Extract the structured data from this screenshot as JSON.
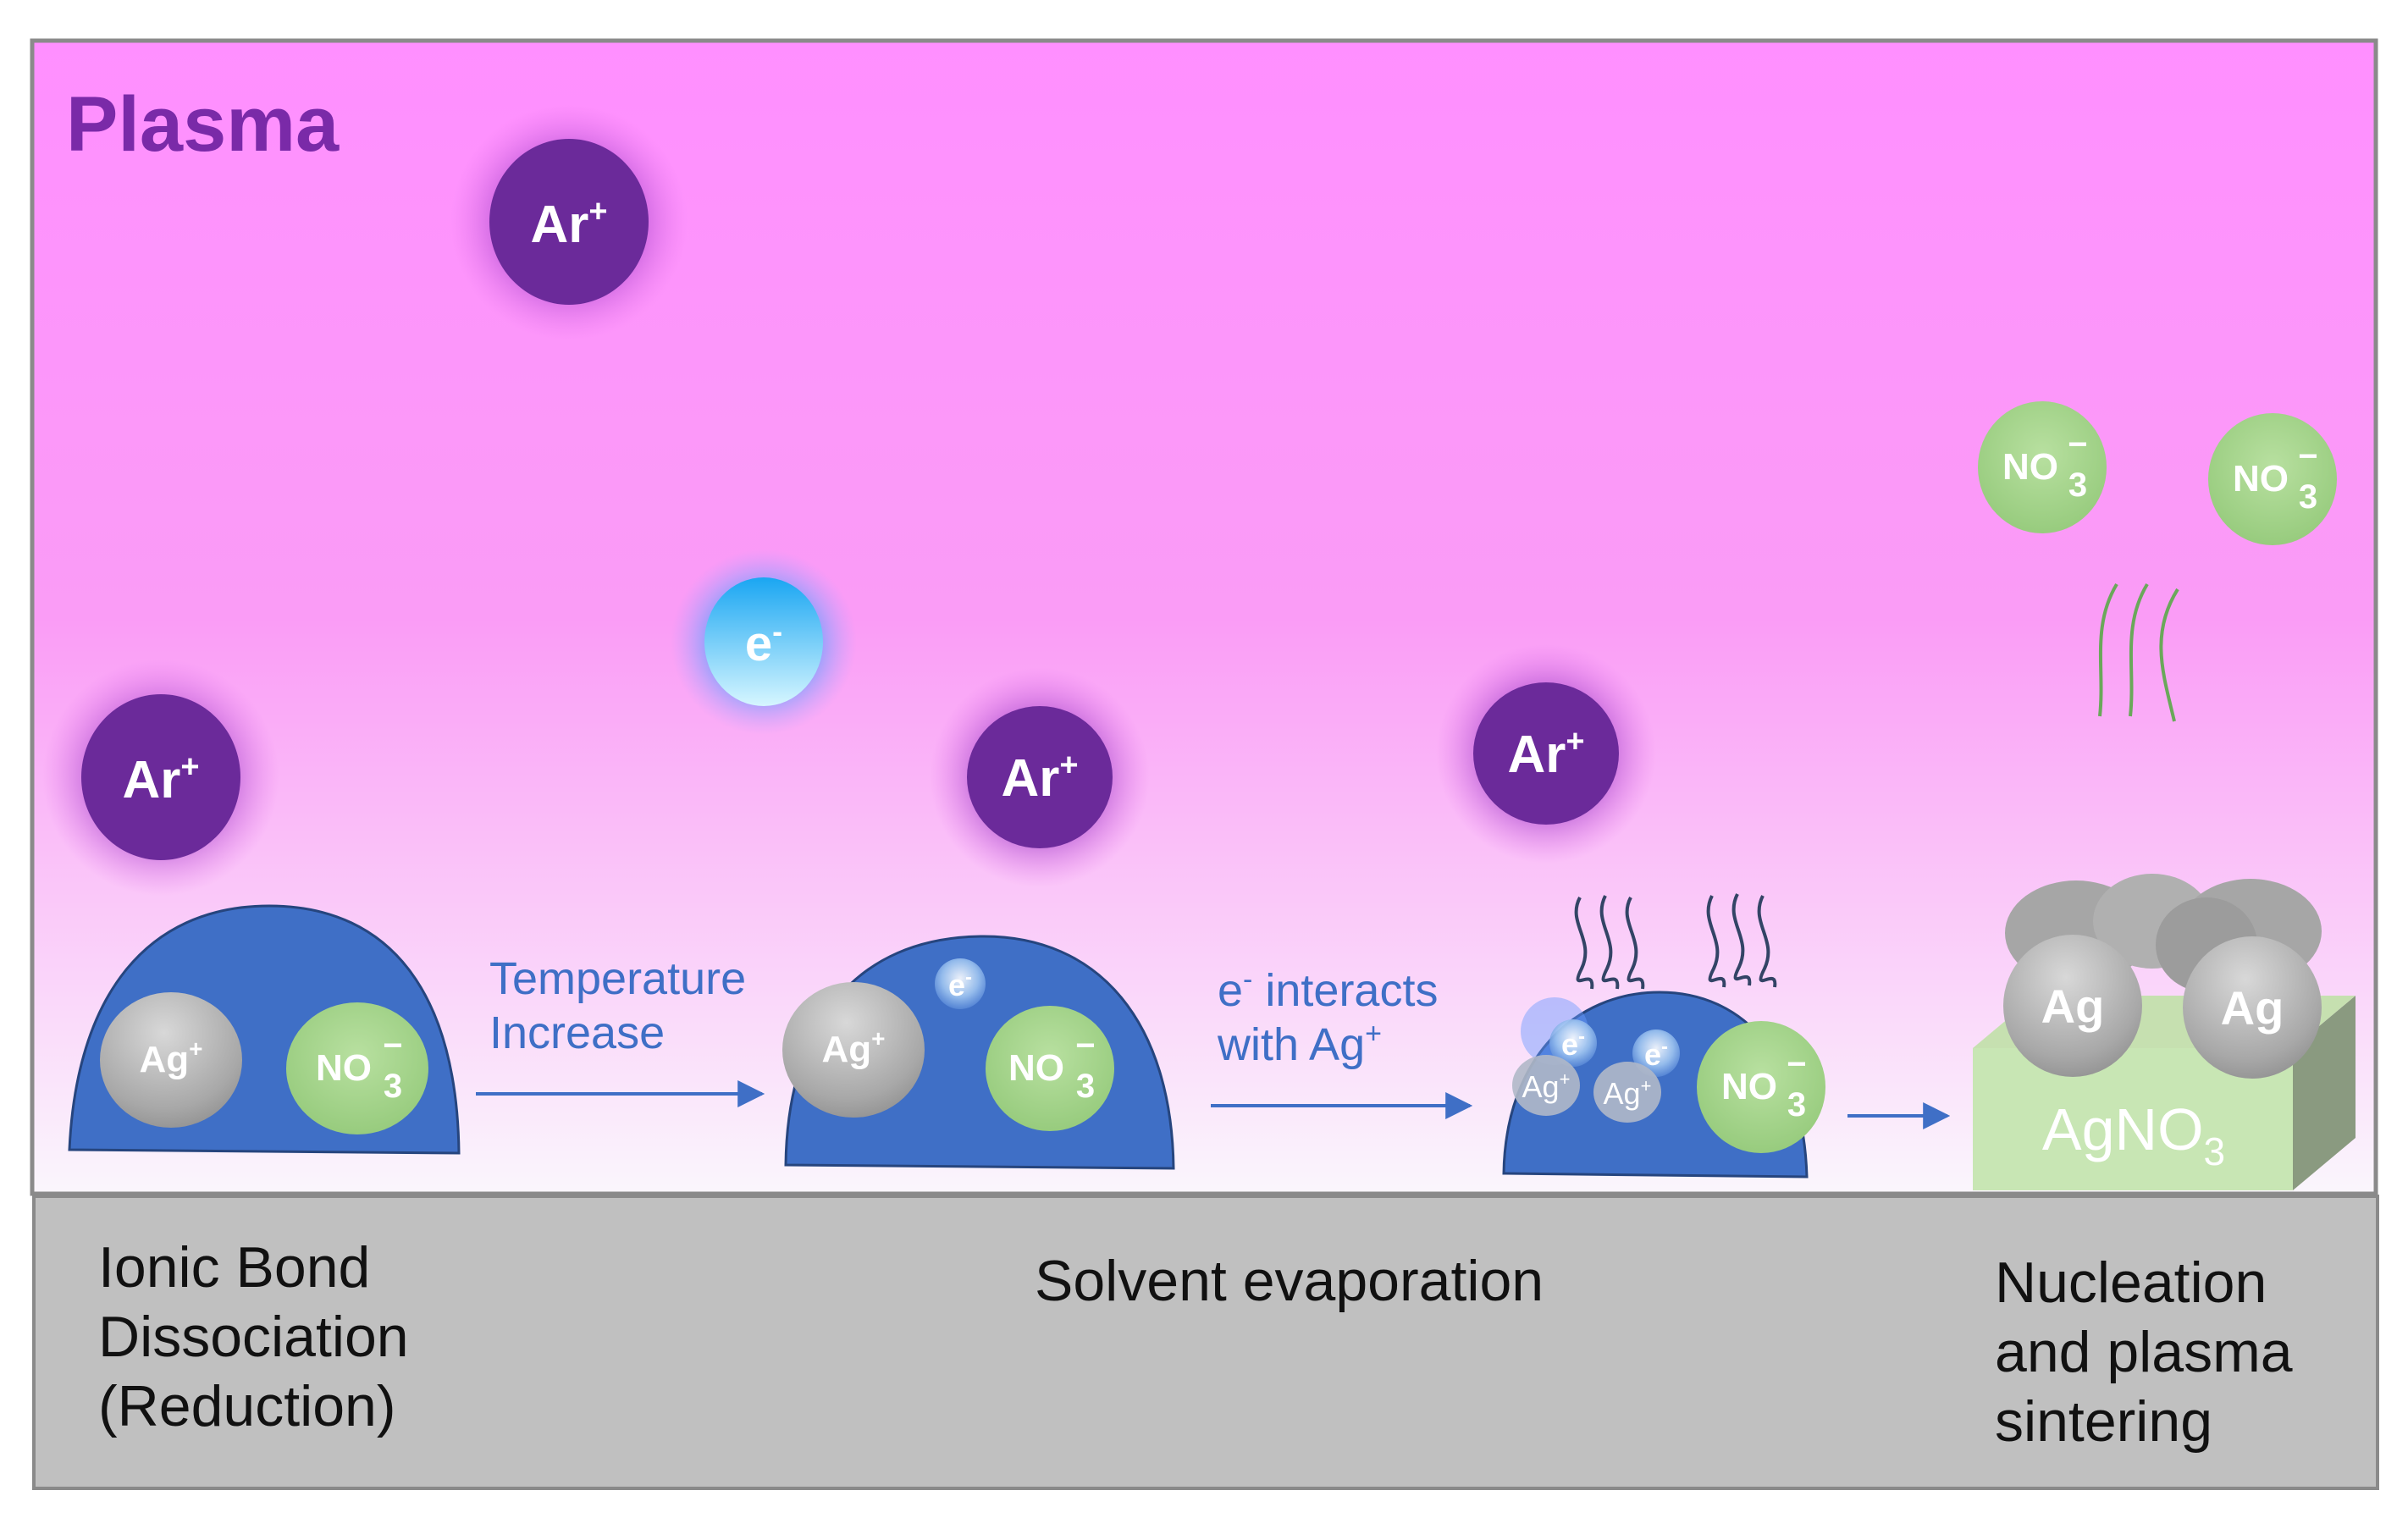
{
  "title": "Plasma",
  "colors": {
    "plasma_top": "#ff8fff",
    "plasma_bottom": "#fafafe",
    "argon": "#6b2a9a",
    "argon_glow": "#a040c8",
    "electron": "#30c0f8",
    "droplet": "#3f6fc6",
    "silver": "#b4b4b4",
    "nitrate": "#a4d38a",
    "label_band": "#c0c0c0",
    "arrow": "#3f6fc6",
    "label_blue": "#3f6fc6",
    "title_purple": "#7a2aa8",
    "vapor_dark": "#334466",
    "vapor_green": "#6aa85a"
  },
  "particles": {
    "argon_label": "Ar",
    "argon_sup": "+",
    "electron_label": "e",
    "electron_sup": "-",
    "silver_ion_label": "Ag",
    "silver_ion_sup": "+",
    "nitrate_label": "NO",
    "nitrate_sub": "3",
    "nitrate_sup": "−",
    "silver_atom_label": "Ag",
    "crystal_label": "AgNO",
    "crystal_sub": "3"
  },
  "arrows": [
    {
      "line1": "Temperature",
      "line2": "Increase"
    },
    {
      "line1_main": "e",
      "line1_sup": "-",
      "line1_rest": " interacts",
      "line2_main": "with Ag",
      "line2_sup": "+"
    },
    {}
  ],
  "stages": [
    {
      "lines": [
        "Ionic Bond",
        "Dissociation",
        "(Reduction)"
      ]
    },
    {
      "lines": [
        "Solvent evaporation"
      ]
    },
    {
      "lines": [
        "Nucleation",
        "and plasma",
        "sintering"
      ]
    }
  ]
}
